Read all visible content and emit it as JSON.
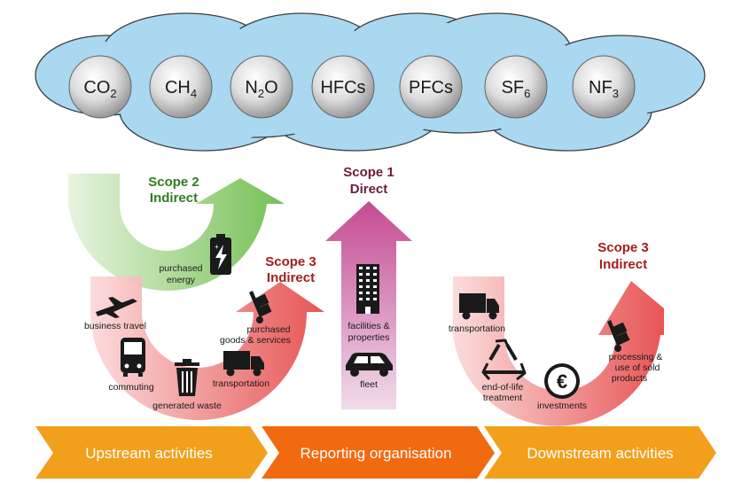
{
  "gases": [
    {
      "main": "CO",
      "sub": "2"
    },
    {
      "main": "CH",
      "sub": "4"
    },
    {
      "main": "N",
      "sub": "2",
      "tail": "O"
    },
    {
      "main": "HFCs"
    },
    {
      "main": "PFCs"
    },
    {
      "main": "SF",
      "sub": "6"
    },
    {
      "main": "NF",
      "sub": "3"
    }
  ],
  "scopes": {
    "scope2": {
      "line1": "Scope 2",
      "line2": "Indirect",
      "color": "#2e7d1e"
    },
    "scope1": {
      "line1": "Scope 1",
      "line2": "Direct",
      "color": "#6b1d3a"
    },
    "scope3_up": {
      "line1": "Scope 3",
      "line2": "Indirect",
      "color": "#a11d1d"
    },
    "scope3_down": {
      "line1": "Scope 3",
      "line2": "Indirect",
      "color": "#a11d1d"
    }
  },
  "labels": {
    "purchased_energy": [
      "purchased",
      "energy"
    ],
    "business_travel": "business travel",
    "commuting": "commuting",
    "generated_waste": "generated waste",
    "transportation_up": "transportation",
    "purchased_goods": [
      "purchased",
      "goods & services"
    ],
    "facilities": [
      "facilities &",
      "properties"
    ],
    "fleet": "fleet",
    "transportation_down": "transportation",
    "end_of_life": [
      "end-of-life",
      "treatment"
    ],
    "investments": "investments",
    "processing": [
      "processing &",
      "use of sold",
      "products"
    ]
  },
  "activities": {
    "upstream": "Upstream activities",
    "reporting": "Reporting organisation",
    "downstream": "Downstream activities"
  },
  "icons": [
    "battery-icon",
    "airplane-icon",
    "bus-icon",
    "trash-bin-icon",
    "truck-icon",
    "hand-truck-icon",
    "building-icon",
    "car-icon",
    "recycle-icon",
    "euro-coin-icon"
  ],
  "colors": {
    "cloud": "#a9d8f0",
    "green_arrow": "#7cc45f",
    "red_arrow": "#e85a5a",
    "pink_arrow": "#c9579a",
    "chevron_up": "#f2a01c",
    "chevron_mid": "#f26a0f",
    "chevron_down": "#f2a01c"
  }
}
